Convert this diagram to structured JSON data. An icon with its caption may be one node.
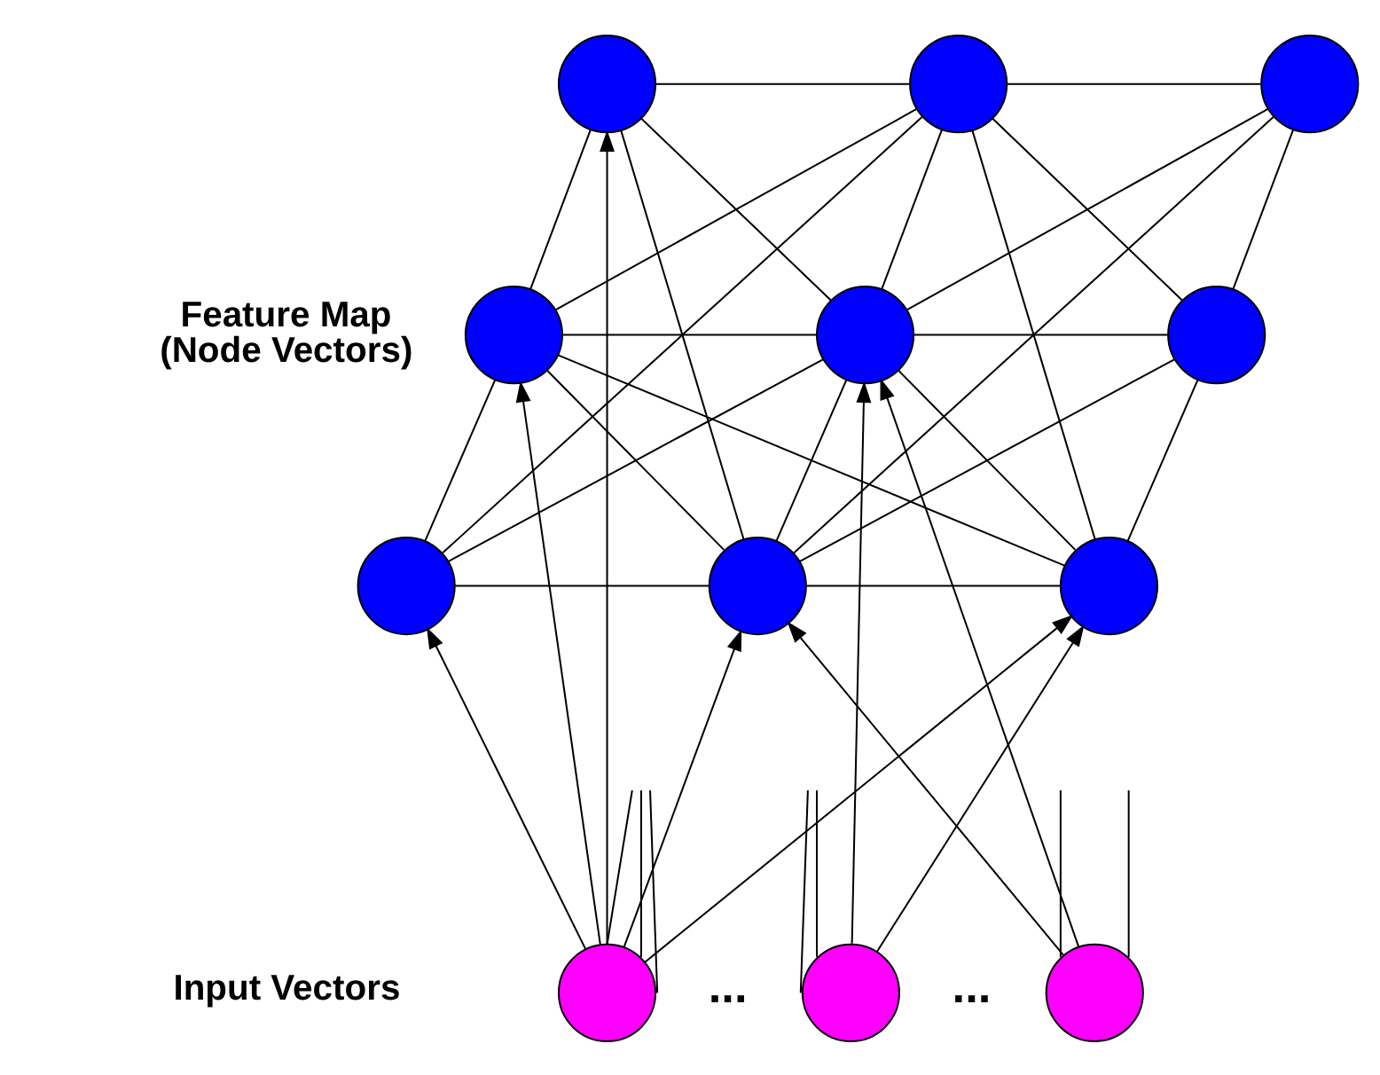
{
  "diagram": {
    "nodes": [
      {
        "text": [],
        "shape": "circle"
      },
      {
        "text": [],
        "shape": "circle"
      },
      {
        "text": [],
        "shape": "circle"
      },
      {
        "text": [],
        "shape": "circle"
      },
      {
        "text": [],
        "shape": "circle"
      },
      {
        "text": [],
        "shape": "circle"
      },
      {
        "text": [],
        "shape": "circle"
      },
      {
        "text": [],
        "shape": "circle"
      },
      {
        "text": [],
        "shape": "circle"
      },
      {
        "text": [],
        "shape": "circle"
      },
      {
        "text": [],
        "shape": "circle"
      },
      {
        "text": [],
        "shape": "circle"
      }
    ],
    "edges": [
      {
        "from": 0,
        "to": 1,
        "arrow": "none"
      },
      {
        "from": 1,
        "to": 2,
        "arrow": "none"
      },
      {
        "from": 0,
        "to": 3,
        "arrow": "none"
      },
      {
        "from": 0,
        "to": 4,
        "arrow": "none"
      },
      {
        "from": 0,
        "to": 7,
        "arrow": "none"
      },
      {
        "from": 1,
        "to": 3,
        "arrow": "none"
      },
      {
        "from": 1,
        "to": 6,
        "arrow": "none"
      },
      {
        "from": 1,
        "to": 4,
        "arrow": "none"
      },
      {
        "from": 1,
        "to": 5,
        "arrow": "none"
      },
      {
        "from": 1,
        "to": 8,
        "arrow": "none"
      },
      {
        "from": 2,
        "to": 4,
        "arrow": "none"
      },
      {
        "from": 2,
        "to": 5,
        "arrow": "none"
      },
      {
        "from": 2,
        "to": 7,
        "arrow": "none"
      },
      {
        "from": 3,
        "to": 4,
        "arrow": "none"
      },
      {
        "from": 4,
        "to": 5,
        "arrow": "none"
      },
      {
        "from": 3,
        "to": 6,
        "arrow": "none"
      },
      {
        "from": 3,
        "to": 7,
        "arrow": "none"
      },
      {
        "from": 3,
        "to": 8,
        "arrow": "none"
      },
      {
        "from": 4,
        "to": 6,
        "arrow": "none"
      },
      {
        "from": 4,
        "to": 7,
        "arrow": "none"
      },
      {
        "from": 4,
        "to": 8,
        "arrow": "none"
      },
      {
        "from": 5,
        "to": 7,
        "arrow": "none"
      },
      {
        "from": 5,
        "to": 8,
        "arrow": "none"
      },
      {
        "from": 6,
        "to": 7,
        "arrow": "none"
      },
      {
        "from": 7,
        "to": 8,
        "arrow": "none"
      },
      {
        "from": 9,
        "to": 0,
        "arrow": "to"
      },
      {
        "from": 9,
        "to": 3,
        "arrow": "to"
      },
      {
        "from": 9,
        "to": 6,
        "arrow": "to"
      },
      {
        "from": 9,
        "to": 7,
        "arrow": "to"
      },
      {
        "from": 9,
        "to": 8,
        "arrow": "to"
      },
      {
        "from": 10,
        "to": 4,
        "arrow": "to"
      },
      {
        "from": 10,
        "to": 8,
        "arrow": "to"
      },
      {
        "from": 11,
        "to": 4,
        "arrow": "to"
      },
      {
        "from": 11,
        "to": 7,
        "arrow": "to"
      },
      {
        "from": 9,
        "to": null,
        "arrow": "none"
      },
      {
        "from": 9,
        "to": null,
        "arrow": "none"
      },
      {
        "from": 9,
        "to": null,
        "arrow": "none"
      },
      {
        "from": 10,
        "to": null,
        "arrow": "none"
      },
      {
        "from": 10,
        "to": null,
        "arrow": "none"
      },
      {
        "from": 11,
        "to": null,
        "arrow": "none"
      },
      {
        "from": 11,
        "to": null,
        "arrow": "none"
      }
    ],
    "labels": [
      "Feature Map (Node Vectors)",
      "Input Vectors",
      "...",
      "..."
    ]
  }
}
